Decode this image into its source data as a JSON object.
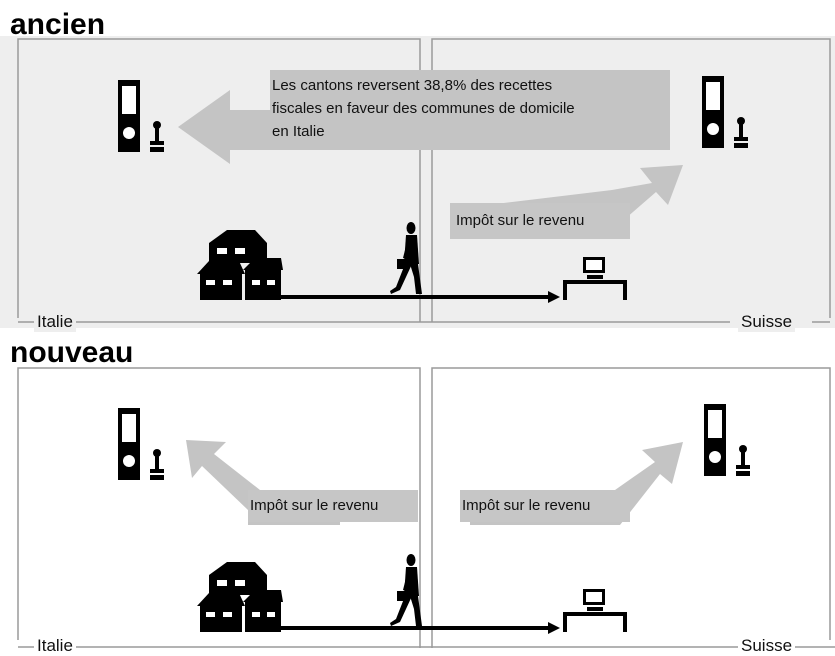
{
  "sections": {
    "old": {
      "title": "ancien",
      "country_left": "Italie",
      "country_right": "Suisse",
      "big_arrow_text": [
        "Les cantons reversent 38,8% des recettes",
        "fiscales en faveur des communes de domicile",
        "en Italie"
      ],
      "tax_label": "Impôt sur le revenu"
    },
    "new": {
      "title": "nouveau",
      "country_left": "Italie",
      "country_right": "Suisse",
      "tax_label_left": "Impôt sur le revenu",
      "tax_label_right": "Impôt sur le revenu"
    }
  },
  "colors": {
    "top_bg": "#eeeeee",
    "arrow_gray": "#c4c4c4",
    "label_gray": "#c6c6c6",
    "ink": "#000000"
  },
  "icons": [
    "tax-office-icon",
    "stamp-icon",
    "house-icon",
    "commuter-icon",
    "desk-computer-icon"
  ]
}
